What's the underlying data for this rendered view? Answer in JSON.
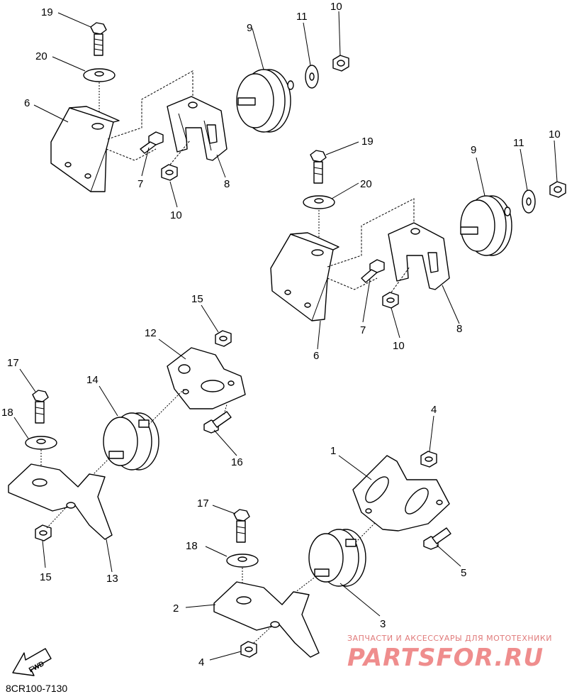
{
  "diagram": {
    "labels": [
      "19",
      "20",
      "6",
      "7",
      "10",
      "8",
      "9",
      "11",
      "10",
      "19",
      "20",
      "9",
      "11",
      "10",
      "7",
      "8",
      "10",
      "6",
      "15",
      "12",
      "17",
      "14",
      "18",
      "15",
      "16",
      "13",
      "4",
      "1",
      "17",
      "18",
      "5",
      "2",
      "3",
      "4"
    ],
    "fwd": "FWD",
    "code": "8CR100-7130"
  },
  "watermark": {
    "tagline": "ЗАПЧАСТИ И АКСЕССУАРЫ ДЛЯ МОТОТЕХНИКИ",
    "brand": "PARTSFOR.RU",
    "color": "#ef8d8d"
  }
}
